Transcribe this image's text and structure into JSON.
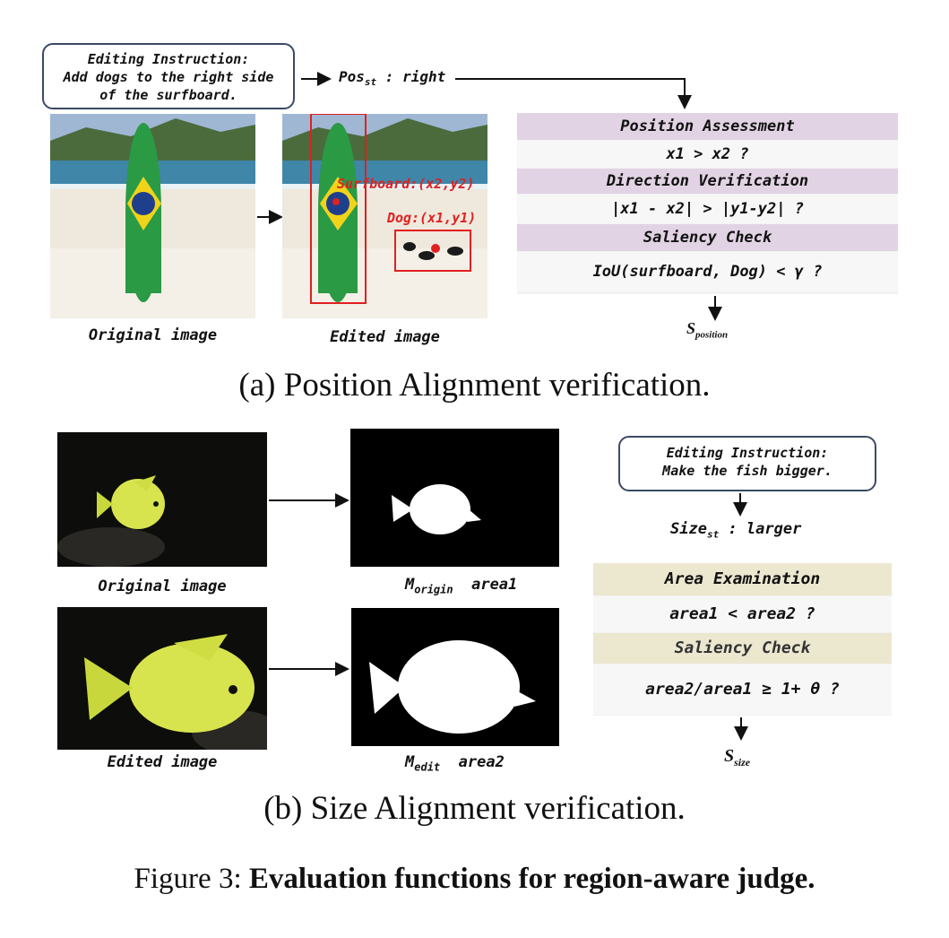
{
  "part_a": {
    "instruction_lines": [
      "Editing Instruction:",
      "Add dogs to the right side",
      "of the surfboard."
    ],
    "pos_label": "Pos",
    "pos_sub": "st",
    "pos_value": ": right",
    "original_caption": "Original image",
    "edited_caption": "Edited image",
    "surfboard_label": "Surfboard:(x2,y2)",
    "dog_label": "Dog:(x1,y1)",
    "checks": [
      {
        "header": "Position Assessment",
        "condition": "x1 > x2 ?"
      },
      {
        "header": "Direction Verification",
        "condition": "|x1 - x2| > |y1-y2| ?"
      },
      {
        "header": "Saliency Check",
        "condition": "IoU(surfboard, Dog) < γ ?"
      }
    ],
    "score_main": "S",
    "score_sub": "position",
    "subcaption": "(a) Position Alignment verification."
  },
  "part_b": {
    "instruction_lines": [
      "Editing Instruction:",
      "Make the fish bigger."
    ],
    "size_label": "Size",
    "size_sub": "st",
    "size_value": ": larger",
    "original_caption": "Original image",
    "edited_caption": "Edited image",
    "mask_origin_main": "M",
    "mask_origin_sub": "origin",
    "mask_origin_area": "area1",
    "mask_edit_main": "M",
    "mask_edit_sub": "edit",
    "mask_edit_area": "area2",
    "checks": [
      {
        "header": "Area Examination",
        "condition": "area1 < area2 ?"
      },
      {
        "header": "Saliency Check",
        "condition": "area2/area1  ≥  1+ θ ?"
      }
    ],
    "score_main": "S",
    "score_sub": "size",
    "subcaption": "(b) Size Alignment verification."
  },
  "figure_caption": {
    "prefix": "Figure 3: ",
    "bold": "Evaluation functions for region-aware judge."
  },
  "colors": {
    "purple_header": "#e2d3e4",
    "tan_header": "#ece7cf",
    "annotation_red": "#e02020"
  }
}
